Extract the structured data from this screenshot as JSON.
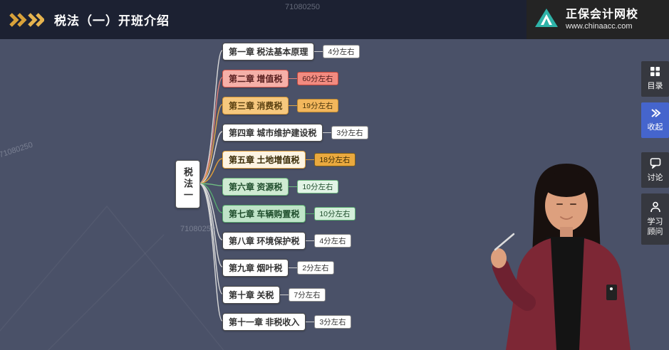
{
  "header": {
    "title": "税法（一）开班介绍"
  },
  "brand": {
    "name": "正保会计网校",
    "url": "www.chinaacc.com"
  },
  "sidebar": {
    "toc": "目录",
    "collapse": "收起",
    "discuss": "讨论",
    "advisor": "学习顾问"
  },
  "watermark": "71080250",
  "mindmap": {
    "root": "税法一",
    "chapters": [
      {
        "title": "第一章 税法基本原理",
        "badge": "4分左右"
      },
      {
        "title": "第二章 增值税",
        "badge": "60分左右"
      },
      {
        "title": "第三章 消费税",
        "badge": "19分左右"
      },
      {
        "title": "第四章 城市维护建设税",
        "badge": "3分左右"
      },
      {
        "title": "第五章 土地增值税",
        "badge": "18分左右"
      },
      {
        "title": "第六章 资源税",
        "badge": "10分左右"
      },
      {
        "title": "第七章 车辆购置税",
        "badge": "10分左右"
      },
      {
        "title": "第八章 环境保护税",
        "badge": "4分左右"
      },
      {
        "title": "第九章 烟叶税",
        "badge": "2分左右"
      },
      {
        "title": "第十章 关税",
        "badge": "7分左右"
      },
      {
        "title": "第十一章 非税收入",
        "badge": "3分左右"
      }
    ]
  }
}
